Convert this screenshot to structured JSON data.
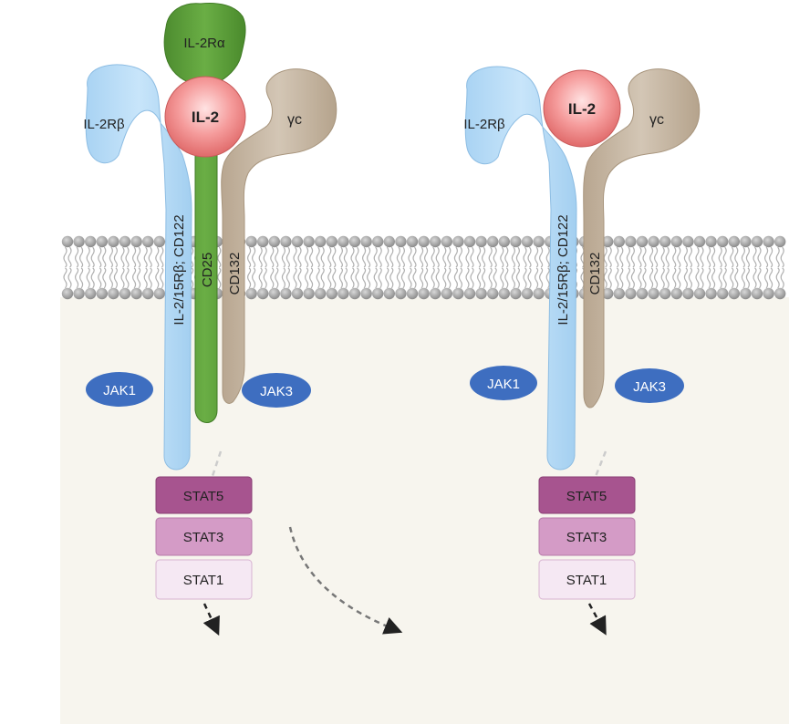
{
  "left_complex": {
    "il2ra": "IL-2Rα",
    "il2rb": "IL-2Rβ",
    "il2": "IL-2",
    "gamma_c": "γc",
    "cd122_label": "IL-2/15Rβ; CD122",
    "cd25_label": "CD25",
    "cd132_label": "CD132",
    "jak1": "JAK1",
    "jak3": "JAK3",
    "stats": [
      "STAT5",
      "STAT3",
      "STAT1"
    ]
  },
  "right_complex": {
    "il2rb": "IL-2Rβ",
    "il2": "IL-2",
    "gamma_c": "γc",
    "cd122_label": "IL-2/15Rβ; CD122",
    "cd132_label": "CD132",
    "jak1": "JAK1",
    "jak3": "JAK3",
    "stats": [
      "STAT5",
      "STAT3",
      "STAT1"
    ]
  },
  "colors": {
    "il2rb": "#b9dcf6",
    "il2ra": "#5a9a3a",
    "gamma_c": "#c7b8a5",
    "il2": "#f08a8a",
    "jak": "#3e6ec0",
    "stat5": "#a7548f",
    "stat3": "#d49bc6",
    "stat1": "#f5e8f3",
    "cytoplasm": "#f7f5ee"
  }
}
